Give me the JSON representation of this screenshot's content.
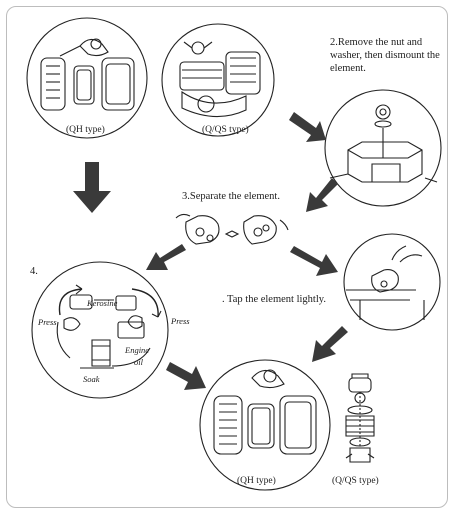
{
  "steps": {
    "step2": "2.Remove the  nut and washer, then dismount the element.",
    "step3": "3.Separate the element.",
    "step4": "4.",
    "tap": ". Tap the element lightly."
  },
  "labels": {
    "qh_top": "(QH type)",
    "qs_top": "(Q/QS type)",
    "qh_bottom": "(QH type)",
    "qs_bottom": "(Q/QS type)"
  },
  "cleaning_cycle": {
    "kerosine": "Kerosine",
    "press_left": "Press",
    "press_right": "Press",
    "engine": "Engine",
    "oil": "oil",
    "soak": "Soak"
  },
  "colors": {
    "arrow": "#3a3a3a",
    "line": "#222222",
    "frame": "#bdbdbd"
  }
}
